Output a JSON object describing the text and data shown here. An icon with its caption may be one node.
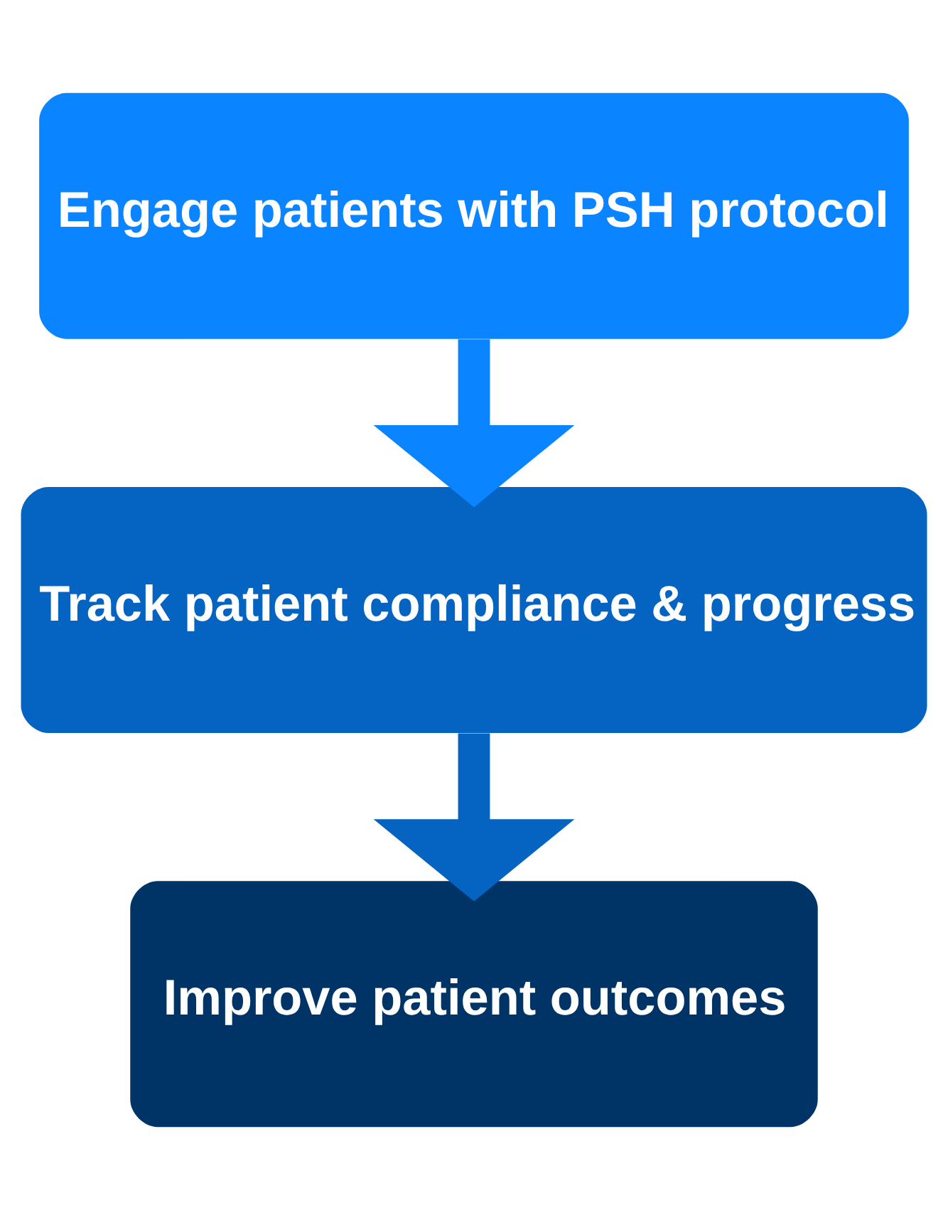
{
  "diagram": {
    "nodes": [
      {
        "text": [
          "Engage patients with PSH protocol"
        ]
      },
      {
        "text": [
          "Track patient compliance & progress"
        ]
      },
      {
        "text": [
          "Improve patient outcomes"
        ]
      }
    ],
    "edges": [
      {
        "from": 0,
        "to": 1,
        "arrow": "to",
        "color": "#0a84ff"
      },
      {
        "from": 1,
        "to": 2,
        "arrow": "to",
        "color": "#0563c1"
      }
    ]
  }
}
